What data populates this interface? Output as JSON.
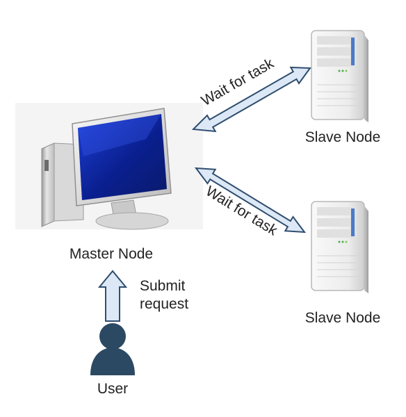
{
  "nodes": {
    "master": {
      "label": "Master Node"
    },
    "slave_top": {
      "label": "Slave Node"
    },
    "slave_bottom": {
      "label": "Slave Node"
    },
    "user": {
      "label": "User"
    }
  },
  "edges": {
    "top_arrow": {
      "label": "Wait for task"
    },
    "bottom_arrow": {
      "label": "Wait for task"
    },
    "submit": {
      "line1": "Submit",
      "line2": "request"
    }
  },
  "colors": {
    "arrow_fill": "#dce8f5",
    "arrow_stroke": "#2f4d6e",
    "user": "#2c4963",
    "screen": "#0a1f8f",
    "server_body": "#f2f2f2",
    "server_accent": "#4a79c9"
  }
}
